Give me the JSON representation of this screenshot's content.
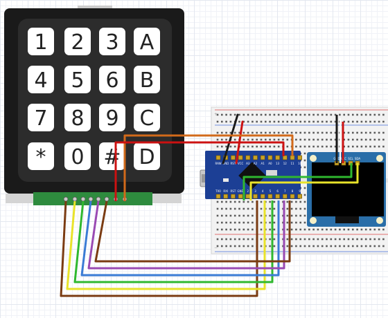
{
  "keypad": {
    "keys": [
      [
        "1",
        "2",
        "3",
        "A"
      ],
      [
        "4",
        "5",
        "6",
        "B"
      ],
      [
        "7",
        "8",
        "9",
        "C"
      ],
      [
        "*",
        "0",
        "#",
        "D"
      ]
    ]
  },
  "arduino": {
    "top_pins": [
      "RAW",
      "GND",
      "RST",
      "VCC",
      "A3",
      "A2",
      "A1",
      "A0",
      "13",
      "12",
      "11",
      "10"
    ],
    "bottom_pins": [
      "TX0",
      "RXI",
      "RST",
      "GND",
      "2",
      "3",
      "4",
      "5",
      "6",
      "7",
      "8",
      "9"
    ]
  },
  "oled": {
    "pins": [
      "GND",
      "VCC",
      "SCL",
      "SDA"
    ]
  },
  "breadboard": {
    "rail_plus": "+",
    "rail_minus": "−"
  },
  "colors": {
    "board_blue": "#1c3f95",
    "oled_blue": "#2a6ea8",
    "pcb_green": "#2e8b3e",
    "wire_red": "#cc1111",
    "wire_orange": "#d26a1a",
    "wire_black": "#1a1a1a",
    "wire_green": "#2fb82f",
    "wire_yellow": "#e9e32a",
    "wire_brown": "#7a3b12",
    "wire_purple": "#9a4ab3",
    "wire_blue": "#3a7bd5",
    "wire_white": "#ffffff"
  }
}
